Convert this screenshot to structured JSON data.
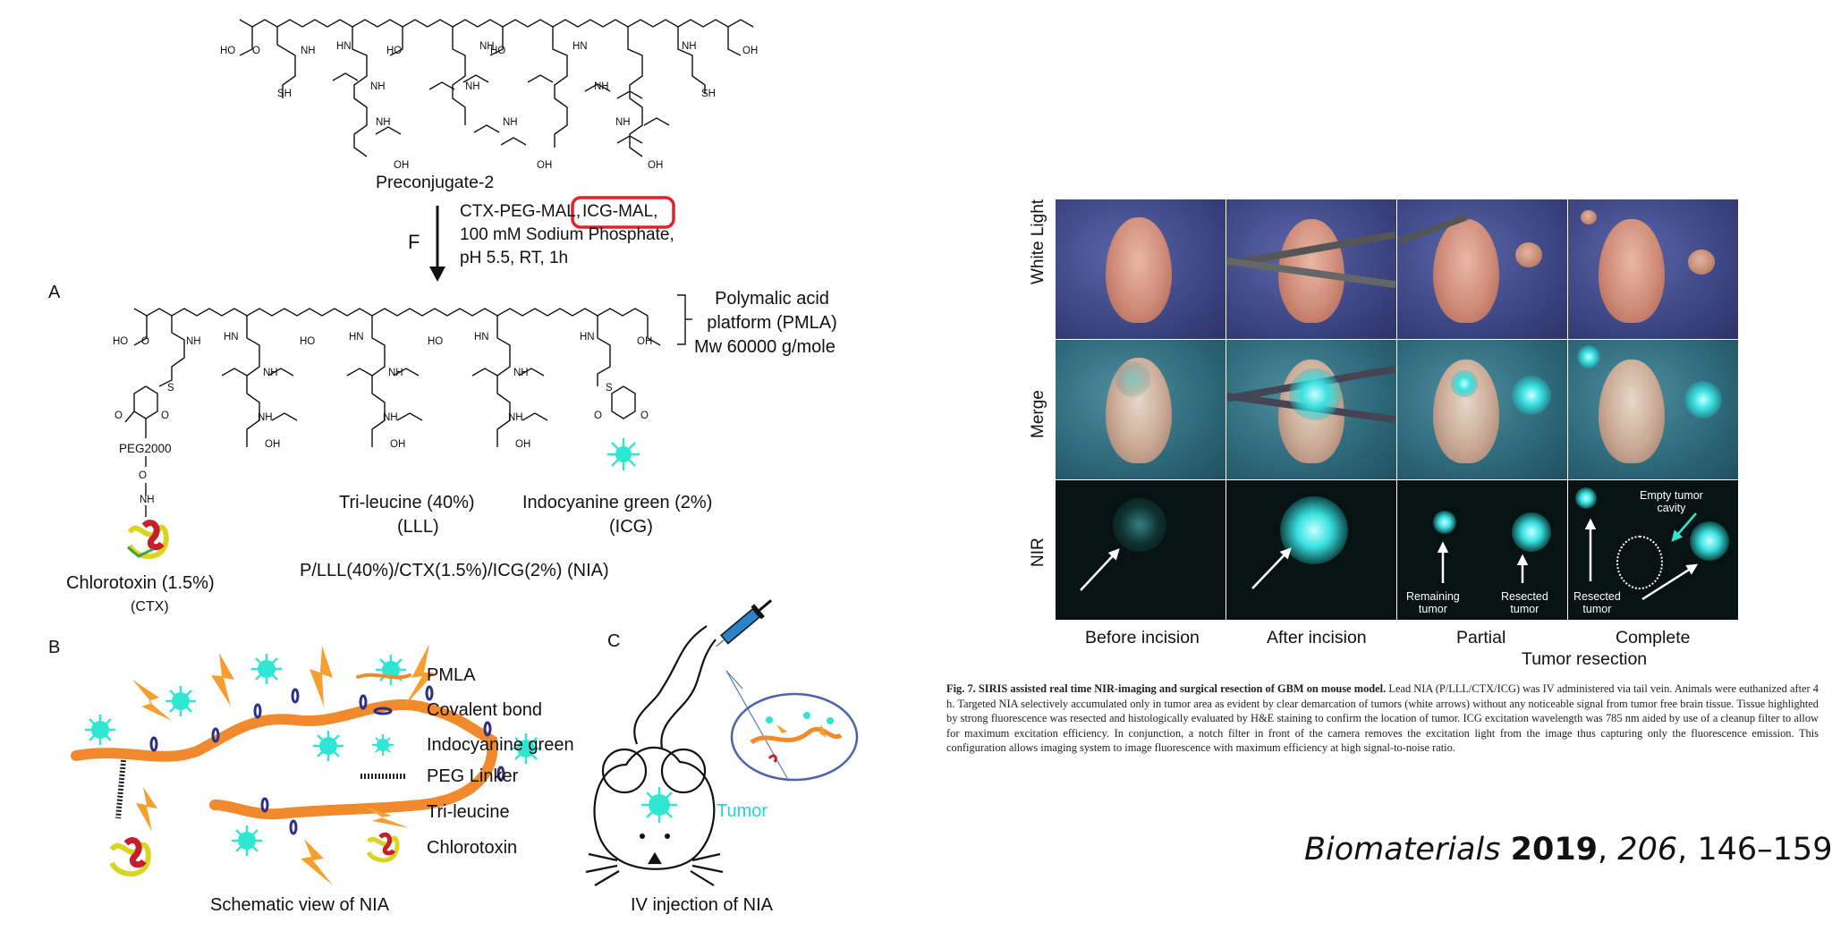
{
  "panelA": {
    "precursor_label": "Preconjugate-2",
    "step_letter": "F",
    "reagents": [
      "CTX-PEG-MAL,",
      "ICG-MAL,",
      "100 mM Sodium Phosphate,",
      "pH 5.5, RT, 1h"
    ],
    "panel_letter": "A",
    "platform_note": [
      "Polymalic acid",
      "platform (PMLA)",
      "Mw 60000 g/mole"
    ],
    "peg_label": "PEG2000",
    "ctx_label": "Chlorotoxin (1.5%)",
    "ctx_abbrev": "(CTX)",
    "lll_label": "Tri-leucine (40%)",
    "lll_abbrev": "(LLL)",
    "icg_label": "Indocyanine green (2%)",
    "icg_abbrev": "(ICG)",
    "formula": "P/LLL(40%)/CTX(1.5%)/ICG(2%) (NIA)",
    "atoms": {
      "ho": "HO",
      "oh": "OH",
      "o": "O",
      "nh": "NH",
      "hn": "HN",
      "sh": "SH",
      "s": "S",
      "o_ring": "O",
      "nh_ring": "NH"
    }
  },
  "panelB": {
    "letter": "B",
    "legend": [
      "PMLA",
      "Covalent bond",
      "Indocyanine green",
      "PEG Linker",
      "Tri-leucine",
      "Chlorotoxin"
    ],
    "caption": "Schematic view of NIA"
  },
  "panelC": {
    "letter": "C",
    "tumor_label": "Tumor",
    "caption": "IV injection of NIA"
  },
  "figure7": {
    "row_labels": [
      "White Light",
      "Merge",
      "NIR"
    ],
    "col_labels": [
      "Before incision",
      "After incision",
      "Partial",
      "Complete"
    ],
    "sub_label": "Tumor resection",
    "nir_annotations": {
      "remaining": "Remaining\ntumor",
      "resected_partial": "Resected\ntumor",
      "resected_complete": "Resected\ntumor",
      "empty_cavity": "Empty tumor\ncavity"
    },
    "caption_bold": "Fig. 7. SIRIS assisted real time NIR-imaging and surgical resection of GBM on mouse model.",
    "caption_text": " Lead NIA (P/LLL/CTX/ICG) was IV administered via tail vein. Animals were euthanized after 4 h. Targeted NIA selectively accumulated only in tumor area as evident by clear demarcation of tumors (white arrows) without any noticeable signal from tumor free brain tissue. Tissue highlighted by strong fluorescence was resected and histologically evaluated by H&E staining to confirm the location of tumor. ICG excitation wavelength was 785 nm aided by use of a cleanup filter to allow for maximum excitation efficiency. In conjunction, a notch filter in front of the camera removes the excitation light from the image thus capturing only the fluorescence emission. This configuration allows imaging system to image fluorescence with maximum efficiency at high signal-to-noise ratio."
  },
  "citation": {
    "journal": "Biomaterials",
    "year": "2019",
    "volume": "206",
    "pages": ", 146–159."
  },
  "colors": {
    "pmla": "#f08a2c",
    "icg": "#2ee6d2",
    "highlight_box": "#e0222a",
    "bond": "#2b2f8a",
    "tumor_text": "#1fd5d5"
  }
}
